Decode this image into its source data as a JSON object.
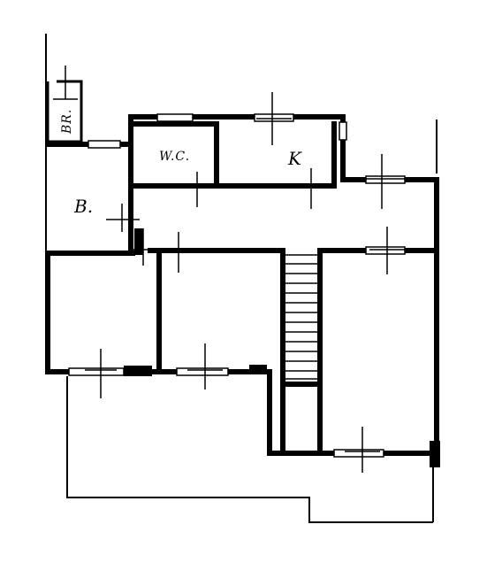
{
  "floor_plan": {
    "rooms": [
      {
        "id": "bathroom",
        "label": "B."
      },
      {
        "id": "wc",
        "label": "W.C."
      },
      {
        "id": "kitchen",
        "label": "K"
      },
      {
        "id": "box-room",
        "label": "BR."
      }
    ],
    "colors": {
      "ink": "#000000",
      "paper": "#ffffff"
    }
  }
}
